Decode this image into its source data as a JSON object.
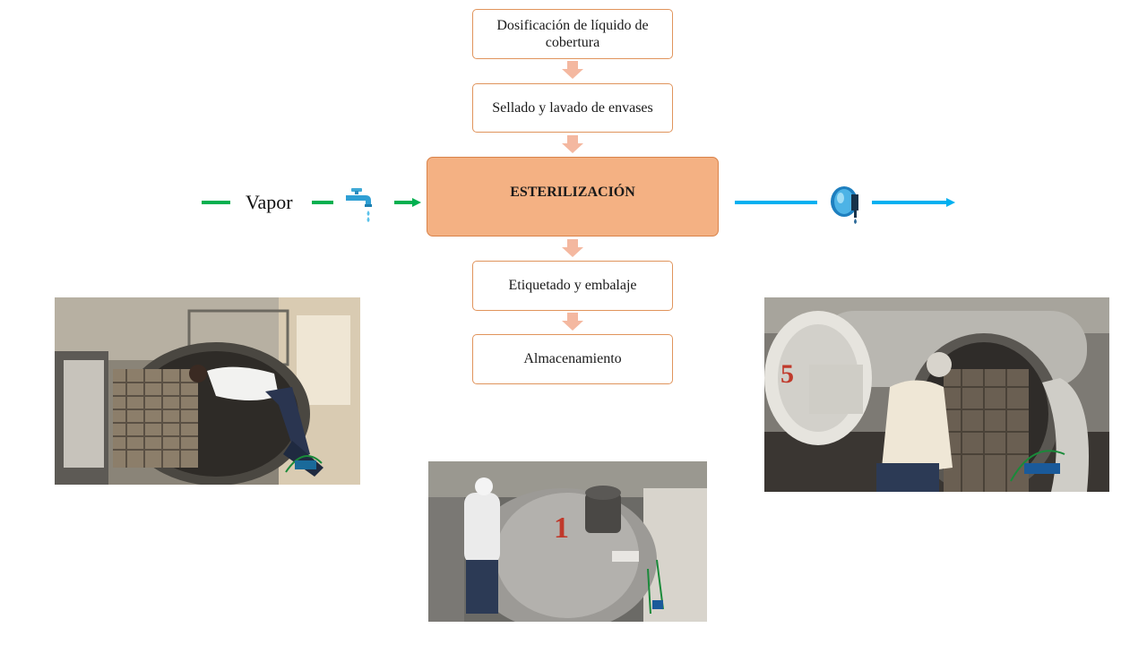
{
  "flow_steps": [
    "Dosificación de líquido de cobertura",
    "Sellado y lavado de envases",
    "ESTERILIZACIÓN",
    "Etiquetado y embalaje",
    "Almacenamiento"
  ],
  "input_label": "Vapor",
  "photo_numbers": {
    "left": "",
    "center": "1",
    "right": "5"
  },
  "colors": {
    "box_border": "#e0945c",
    "main_fill": "#f4b183",
    "down_arrow": "#f4b8a0",
    "input_green": "#00b050",
    "output_blue": "#00b0f0"
  },
  "icons": {
    "input": "water-tap-icon",
    "output": "water-drum-icon"
  }
}
